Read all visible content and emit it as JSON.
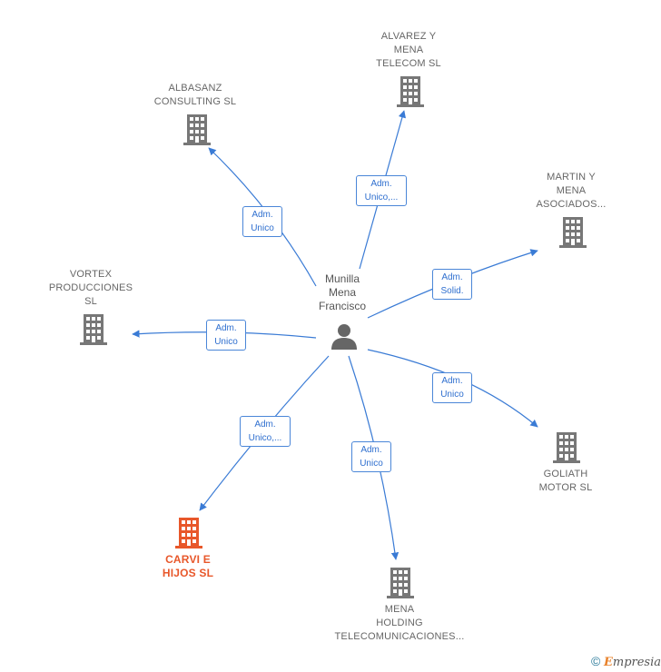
{
  "center": {
    "label": "Munilla\nMena\nFrancisco"
  },
  "companies": [
    {
      "id": "alvarez",
      "label": "ALVAREZ Y\nMENA\nTELECOM  SL"
    },
    {
      "id": "albasanz",
      "label": "ALBASANZ\nCONSULTING SL"
    },
    {
      "id": "martin",
      "label": "MARTIN Y\nMENA\nASOCIADOS..."
    },
    {
      "id": "vortex",
      "label": "VORTEX\nPRODUCCIONES\nSL"
    },
    {
      "id": "goliath",
      "label": "GOLIATH\nMOTOR  SL"
    },
    {
      "id": "carvi",
      "label": "CARVI E\nHIJOS  SL"
    },
    {
      "id": "mena",
      "label": "MENA\nHOLDING\nTELECOMUNICACIONES..."
    }
  ],
  "edges": [
    {
      "id": "alvarez",
      "label": "Adm.\nUnico,..."
    },
    {
      "id": "albasanz",
      "label": "Adm.\nUnico"
    },
    {
      "id": "martin",
      "label": "Adm.\nSolid."
    },
    {
      "id": "vortex",
      "label": "Adm.\nUnico"
    },
    {
      "id": "goliath",
      "label": "Adm.\nUnico"
    },
    {
      "id": "carvi",
      "label": "Adm.\nUnico,..."
    },
    {
      "id": "mena",
      "label": "Adm.\nUnico"
    }
  ],
  "colors": {
    "edge": "#3a7bd5",
    "building": "#777777",
    "building_highlight": "#e8572a",
    "person": "#666666"
  },
  "footer": {
    "copyright_symbol": "©",
    "brand_initial": "E",
    "brand_rest": "mpresia"
  }
}
